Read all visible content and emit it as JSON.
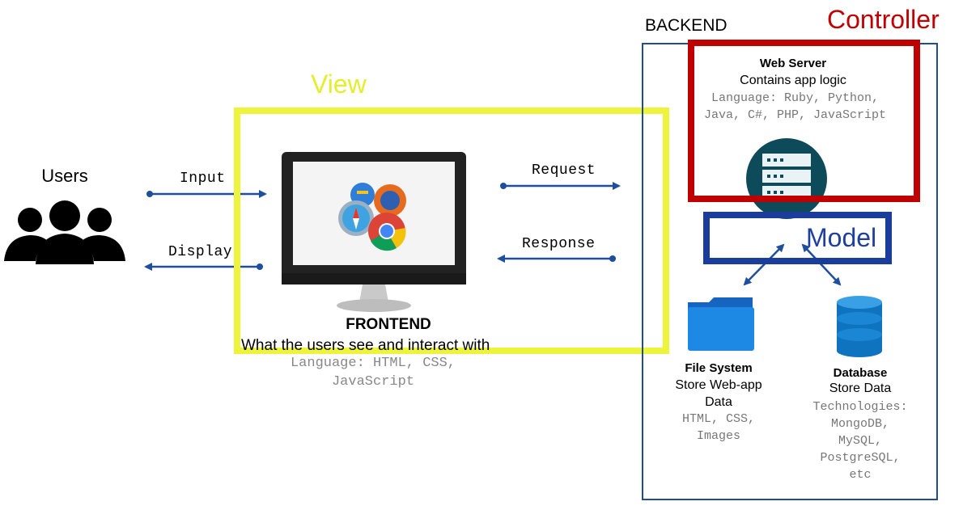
{
  "users": {
    "label": "Users"
  },
  "flows": {
    "input": "Input",
    "display": "Display",
    "request": "Request",
    "response": "Response"
  },
  "view": {
    "label": "View",
    "color": "#eef33c"
  },
  "frontend": {
    "title": "FRONTEND",
    "subtitle": "What the users see and interact with",
    "language_line1": "Language: HTML, CSS,",
    "language_line2": "JavaScript"
  },
  "backend": {
    "label": "BACKEND",
    "color": "#1f4e8c"
  },
  "controller": {
    "label": "Controller",
    "color": "#c00000"
  },
  "web_server": {
    "title": "Web Server",
    "subtitle": "Contains app logic",
    "language_line1": "Language: Ruby, Python,",
    "language_line2": "Java, C#, PHP, JavaScript",
    "icon": "server-icon"
  },
  "model": {
    "label": "Model",
    "color": "#1a3c9a"
  },
  "file_system": {
    "title": "File System",
    "subtitle_line1": "Store Web-app",
    "subtitle_line2": "Data",
    "tech_line1": "HTML, CSS,",
    "tech_line2": "Images",
    "icon": "folder-icon"
  },
  "database": {
    "title": "Database",
    "subtitle": "Store Data",
    "tech_line1": "Technologies:",
    "tech_line2": "MongoDB,",
    "tech_line3": "MySQL,",
    "tech_line4": "PostgreSQL,",
    "tech_line5": "etc",
    "icon": "database-icon"
  }
}
